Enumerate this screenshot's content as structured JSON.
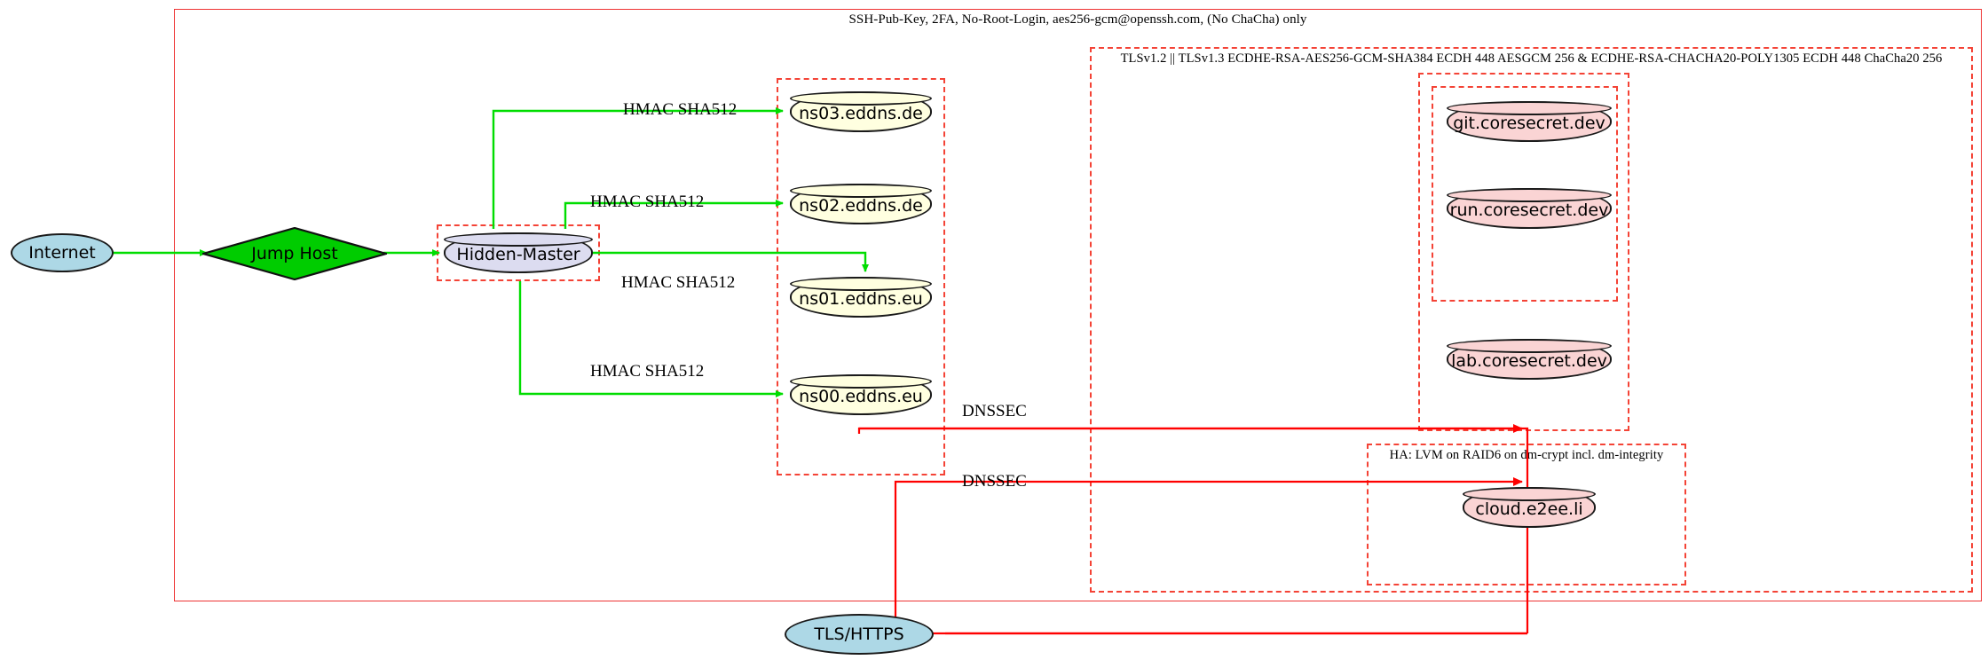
{
  "diagram": {
    "title": "Secure DNS and service infrastructure topology",
    "colors": {
      "boundary": "#ee3333",
      "cluster_dashed": "#f44336",
      "ssh_edge": "#00dd00",
      "tls_edge": "#ff0000",
      "node_internet_fill": "#add8e6",
      "node_jumphost_fill": "#00cc00",
      "node_master_fill": "#dcdcf0",
      "node_dns_fill": "#ffffe0",
      "node_service_fill": "#fad4d4",
      "node_stroke": "#1a1a1a"
    },
    "clusters": {
      "ssh_boundary": {
        "label": "SSH-Pub-Key, 2FA, No-Root-Login, aes256-gcm@openssh.com, (No ChaCha) only"
      },
      "tls_boundary": {
        "label": "TLSv1.2 || TLSv1.3 ECDHE-RSA-AES256-GCM-SHA384 ECDH 448 AESGCM 256 & ECDHE-RSA-CHACHA20-POLY1305 ECDH 448 ChaCha20 256"
      },
      "hidden_master_group": {
        "label": ""
      },
      "dns_group": {
        "label": ""
      },
      "service_outer_group": {
        "label": ""
      },
      "service_inner_group": {
        "label": ""
      },
      "ha_group": {
        "label": "HA: LVM on RAID6 on dm-crypt incl. dm-integrity"
      }
    },
    "nodes": {
      "internet": {
        "label": "Internet",
        "shape": "ellipse"
      },
      "jump_host": {
        "label": "Jump Host",
        "shape": "diamond"
      },
      "hidden_master": {
        "label": "Hidden-Master",
        "shape": "cylinder"
      },
      "ns03": {
        "label": "ns03.eddns.de",
        "shape": "cylinder"
      },
      "ns02": {
        "label": "ns02.eddns.de",
        "shape": "cylinder"
      },
      "ns01": {
        "label": "ns01.eddns.eu",
        "shape": "cylinder"
      },
      "ns00": {
        "label": "ns00.eddns.eu",
        "shape": "cylinder"
      },
      "git": {
        "label": "git.coresecret.dev",
        "shape": "cylinder"
      },
      "run": {
        "label": "run.coresecret.dev",
        "shape": "cylinder"
      },
      "lab": {
        "label": "lab.coresecret.dev",
        "shape": "cylinder"
      },
      "cloud": {
        "label": "cloud.e2ee.li",
        "shape": "cylinder"
      },
      "tls_https": {
        "label": "TLS/HTTPS",
        "shape": "ellipse"
      }
    },
    "edge_labels": {
      "hmac_ns03": "HMAC SHA512",
      "hmac_ns02": "HMAC SHA512",
      "hmac_ns01": "HMAC SHA512",
      "hmac_ns00": "HMAC SHA512",
      "dnssec_upper": "DNSSEC",
      "dnssec_lower": "DNSSEC"
    }
  }
}
